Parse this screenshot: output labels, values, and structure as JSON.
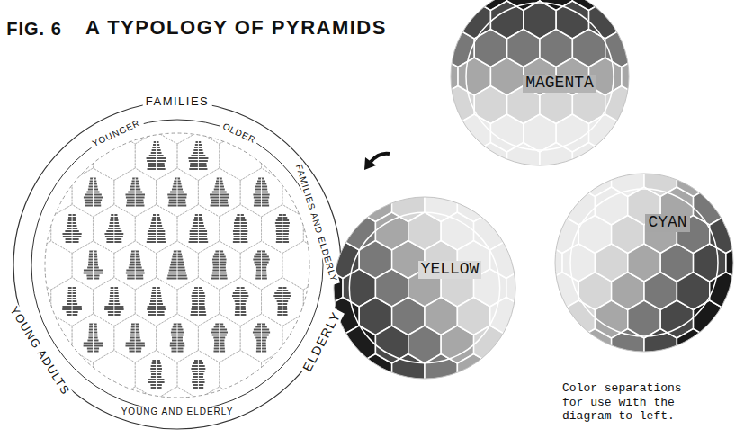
{
  "diagram": {
    "title": "A TYPOLOGY OF PYRAMIDS",
    "caption": "Color separations for use with the diagram to left.",
    "nodes": [
      {
        "text": [
          "MAGENTA"
        ]
      },
      {
        "text": [
          "YELLOW"
        ]
      },
      {
        "text": [
          "CYAN"
        ]
      }
    ],
    "labels": [
      "FIG. 6",
      "FAMILIES",
      "YOUNGER",
      "OLDER",
      "FAMILIES AND ELDERLY",
      "ELDERLY",
      "YOUNG AND ELDERLY",
      "YOUNG ADULTS"
    ]
  }
}
